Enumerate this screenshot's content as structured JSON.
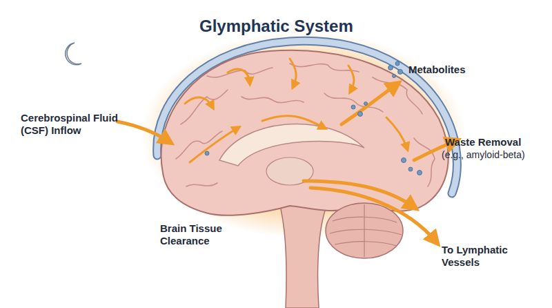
{
  "diagram": {
    "title": "Glymphatic System",
    "labels": [
      "Cerebrospinal Fluid (CSF) Inflow",
      "Metabolites",
      "Waste Removal",
      "(e.g., amyloid-beta)",
      "To Lymphatic Vessels",
      "Brain Tissue Clearance"
    ]
  }
}
